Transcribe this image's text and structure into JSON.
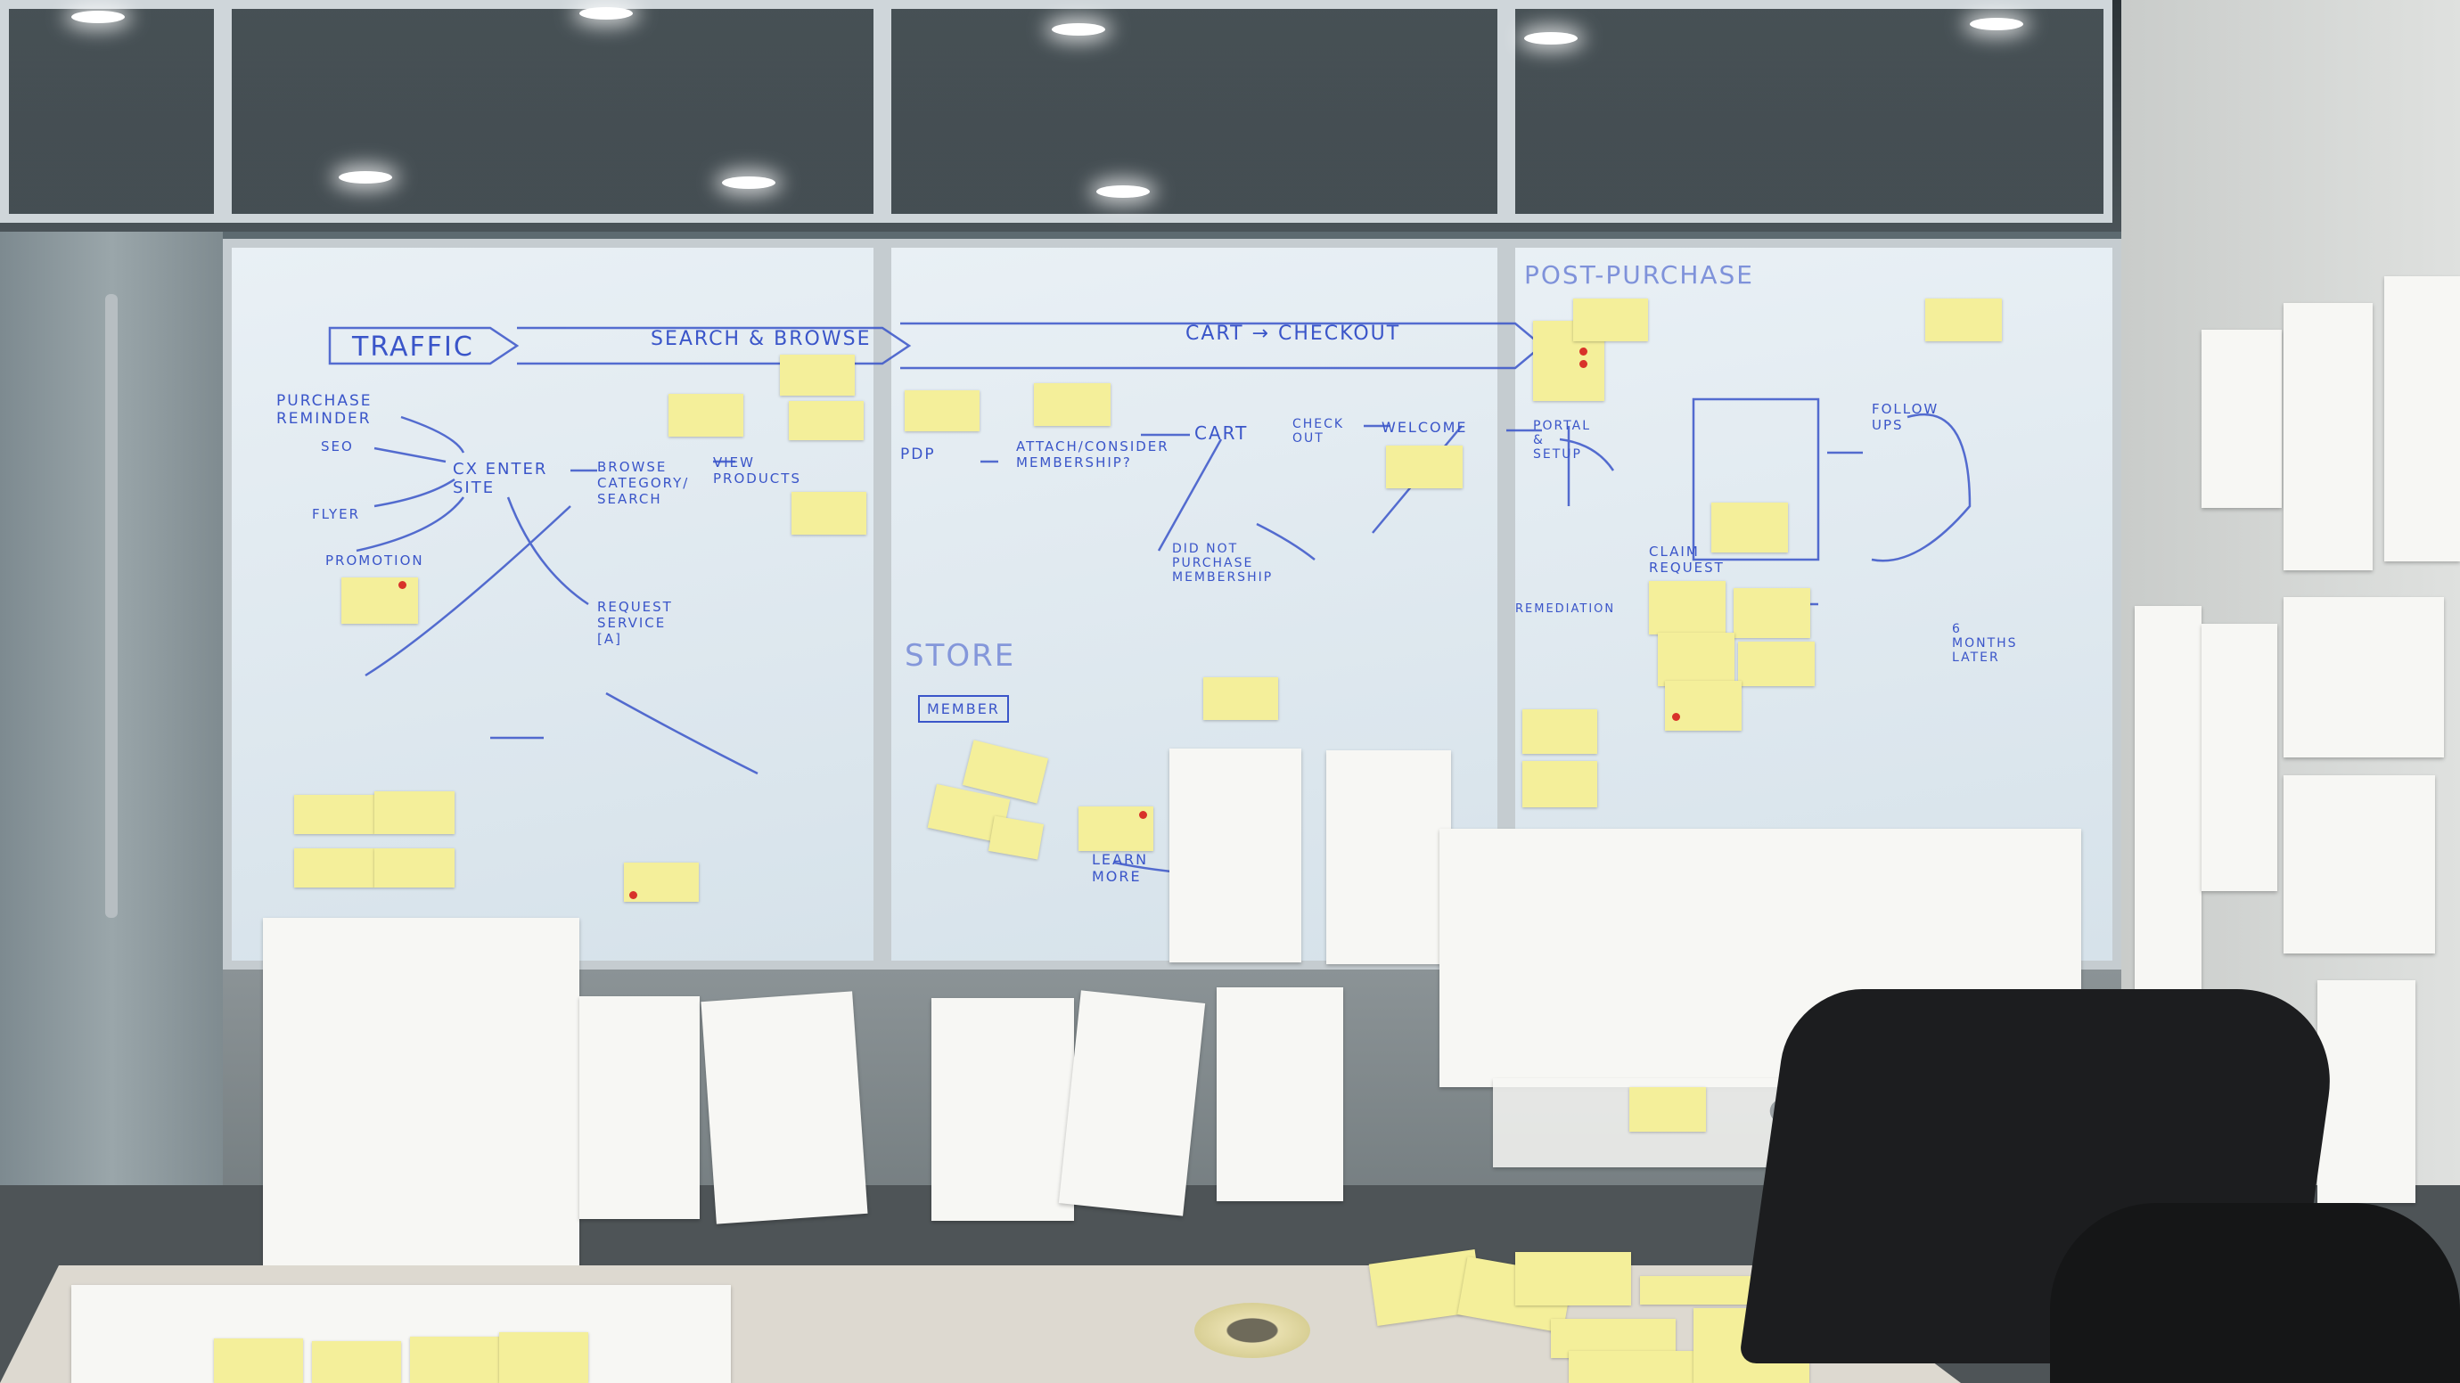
{
  "board_labels": {
    "traffic": "TRAFFIC",
    "search_browse": "SEARCH & BROWSE",
    "cart_checkout": "CART → CHECKOUT",
    "post_purchase": "POST-PURCHASE",
    "purchase_reminder": "PURCHASE REMINDER",
    "seo": "SEO",
    "flyer": "FLYER",
    "promotion": "PROMOTION",
    "cx_enter_site": "CX ENTER SITE",
    "browse_category": "BROWSE CATEGORY/ SEARCH",
    "view_products": "VIEW PRODUCTS",
    "request_service": "REQUEST SERVICE [A]",
    "pdp": "PDP",
    "attach_membership": "ATTACH/CONSIDER MEMBERSHIP?",
    "cart": "CART",
    "check_out": "CHECK OUT",
    "welcome": "WELCOME",
    "did_not_purchase": "DID NOT PURCHASE MEMBERSHIP",
    "store": "STORE",
    "member": "MEMBER",
    "portal_setup": "PORTAL & SETUP",
    "follow_ups": "FOLLOW UPS",
    "claim_request": "CLAIM REQUEST",
    "remediation": "REMEDIATION",
    "6_months_later": "6 MONTHS LATER",
    "learn_more": "LEARN MORE"
  },
  "colors": {
    "marker": "#3a55c9",
    "sticky": "#f4ef9a",
    "dot": "#d8322a"
  }
}
